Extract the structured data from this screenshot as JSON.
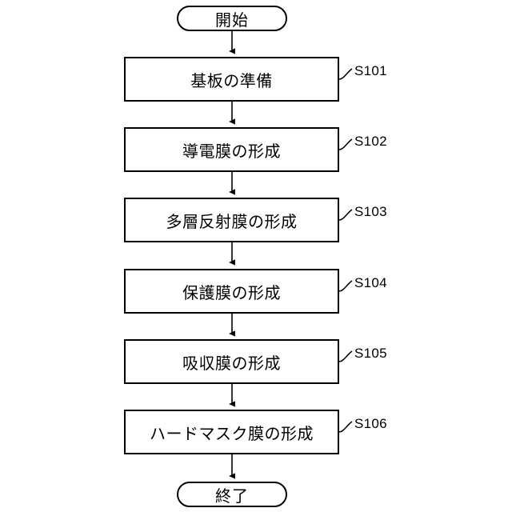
{
  "diagram": {
    "type": "flowchart",
    "orientation": "vertical",
    "background_color": "#ffffff",
    "line_color": "#000000",
    "start": {
      "shape": "stadium",
      "label": "開始"
    },
    "end": {
      "shape": "stadium",
      "label": "終了"
    },
    "steps": [
      {
        "label": "基板の準備",
        "step_id": "S101"
      },
      {
        "label": "導電膜の形成",
        "step_id": "S102"
      },
      {
        "label": "多層反射膜の形成",
        "step_id": "S103"
      },
      {
        "label": "保護膜の形成",
        "step_id": "S104"
      },
      {
        "label": "吸収膜の形成",
        "step_id": "S105"
      },
      {
        "label": "ハードマスク膜の形成",
        "step_id": "S106"
      }
    ]
  }
}
